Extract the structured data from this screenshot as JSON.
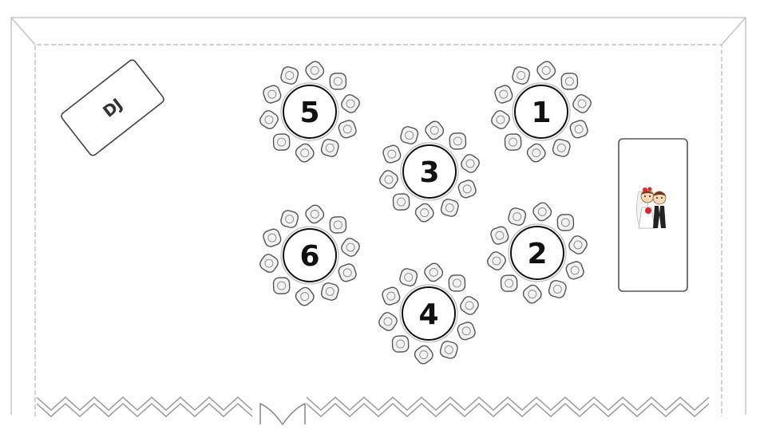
{
  "venue": {
    "dj": {
      "label": "DJ"
    },
    "tables": [
      {
        "number": "5"
      },
      {
        "number": "1"
      },
      {
        "number": "3"
      },
      {
        "number": "6"
      },
      {
        "number": "2"
      },
      {
        "number": "4"
      }
    ],
    "head_table": {
      "icon": "bride-and-groom-icon"
    }
  },
  "colors": {
    "outline": "#111111",
    "wall": "#c8c8c8",
    "bride_bouquet": "#d42a2a",
    "groom_suit": "#222222"
  }
}
